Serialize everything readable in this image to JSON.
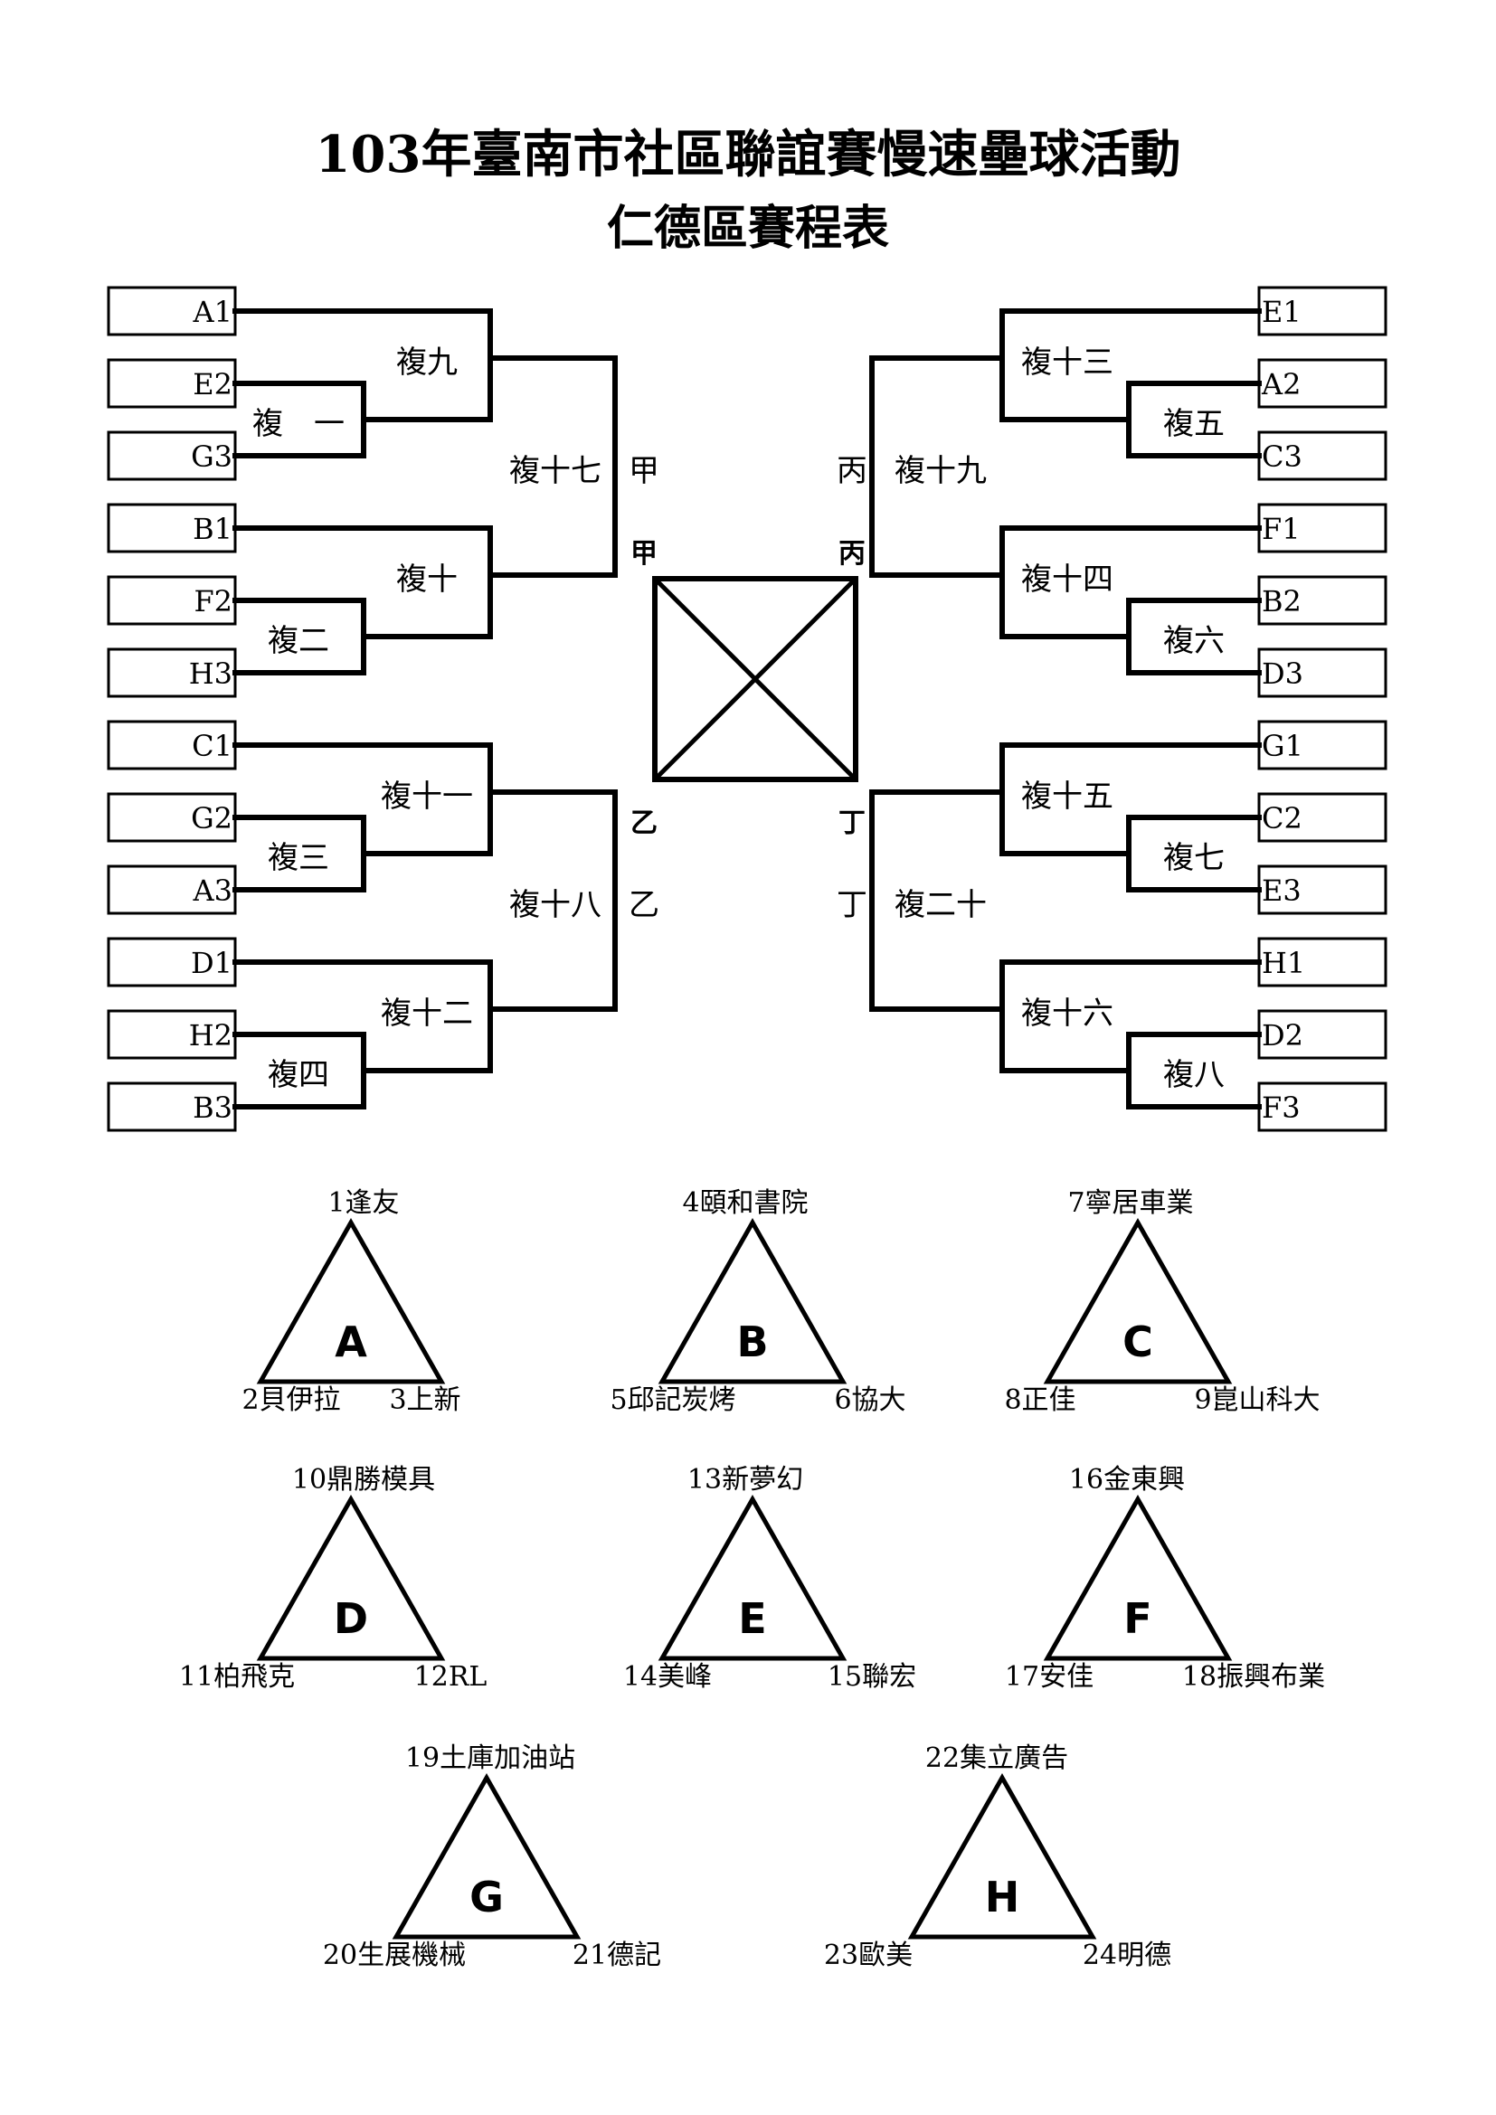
{
  "title_line1": "103年臺南市社區聯誼賽慢速壘球活動",
  "title_line2": "仁德區賽程表",
  "left_seeds": [
    "A1",
    "E2",
    "G3",
    "B1",
    "F2",
    "H3",
    "C1",
    "G2",
    "A3",
    "D1",
    "H2",
    "B3"
  ],
  "right_seeds": [
    "E1",
    "A2",
    "C3",
    "F1",
    "B2",
    "D3",
    "G1",
    "C2",
    "E3",
    "H1",
    "D2",
    "F3"
  ],
  "games": {
    "g1": "複　一",
    "g2": "複二",
    "g3": "複三",
    "g4": "複四",
    "g5": "複五",
    "g6": "複六",
    "g7": "複七",
    "g8": "複八",
    "g9": "複九",
    "g10": "複十",
    "g11": "複十一",
    "g12": "複十二",
    "g13": "複十三",
    "g14": "複十四",
    "g15": "複十五",
    "g16": "複十六",
    "g17": "複十七",
    "g18": "複十八",
    "g19": "複十九",
    "g20": "複二十"
  },
  "sides": {
    "jia": "甲",
    "yi": "乙",
    "bing": "丙",
    "ding": "丁"
  },
  "groups": [
    {
      "letter": "A",
      "top": "1逢友",
      "left": "2貝伊拉",
      "right": "3上新"
    },
    {
      "letter": "B",
      "top": "4頤和書院",
      "left": "5邱記炭烤",
      "right": "6協大"
    },
    {
      "letter": "C",
      "top": "7寧居車業",
      "left": "8正佳",
      "right": "9崑山科大"
    },
    {
      "letter": "D",
      "top": "10鼎勝模具",
      "left": "11柏飛克",
      "right": "12RL"
    },
    {
      "letter": "E",
      "top": "13新夢幻",
      "left": "14美峰",
      "right": "15聯宏"
    },
    {
      "letter": "F",
      "top": "16金東興",
      "left": "17安佳",
      "right": "18振興布業"
    },
    {
      "letter": "G",
      "top": "19土庫加油站",
      "left": "20生展機械",
      "right": "21德記"
    },
    {
      "letter": "H",
      "top": "22集立廣告",
      "left": "23歐美",
      "right": "24明德"
    }
  ]
}
